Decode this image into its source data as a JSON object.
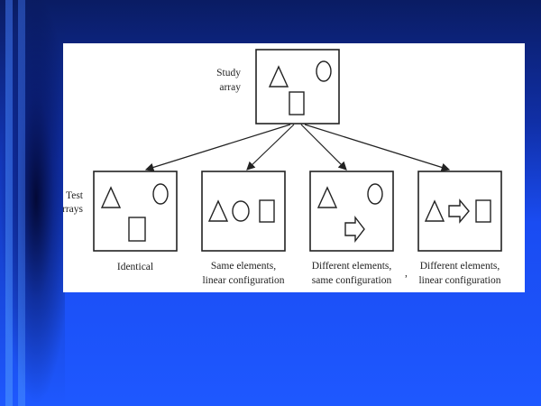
{
  "diagram": {
    "study_label": [
      "Study",
      "array"
    ],
    "test_label": [
      "Test",
      "arrays"
    ],
    "captions": [
      [
        "Identical"
      ],
      [
        "Same elements,",
        "linear configuration"
      ],
      [
        "Different elements,",
        "same configuration"
      ],
      [
        "Different elements,",
        "linear configuration"
      ]
    ],
    "separator_mark": ","
  },
  "colors": {
    "background_top": "#0a1c63",
    "background_bottom": "#1e58ff",
    "panel": "#ffffff",
    "ink": "#222222"
  }
}
